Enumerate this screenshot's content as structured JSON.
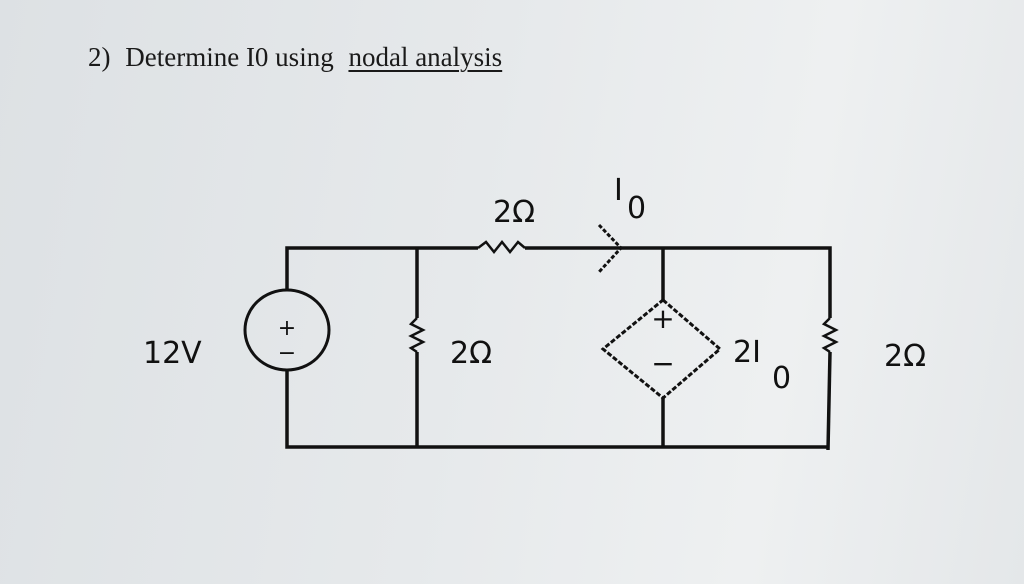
{
  "problem": {
    "number": "2)",
    "text": "Determine I0 using",
    "underlined": "nodal analysis"
  },
  "circuit": {
    "source_label": "12V",
    "source_plus": "+",
    "source_minus": "−",
    "series_resistor": "2Ω",
    "shunt_resistor": "2Ω",
    "right_resistor": "2Ω",
    "current_label": "I",
    "current_sub": "0",
    "dep_label": "2I",
    "dep_sub": "0",
    "dep_plus": "+",
    "dep_minus": "−"
  }
}
